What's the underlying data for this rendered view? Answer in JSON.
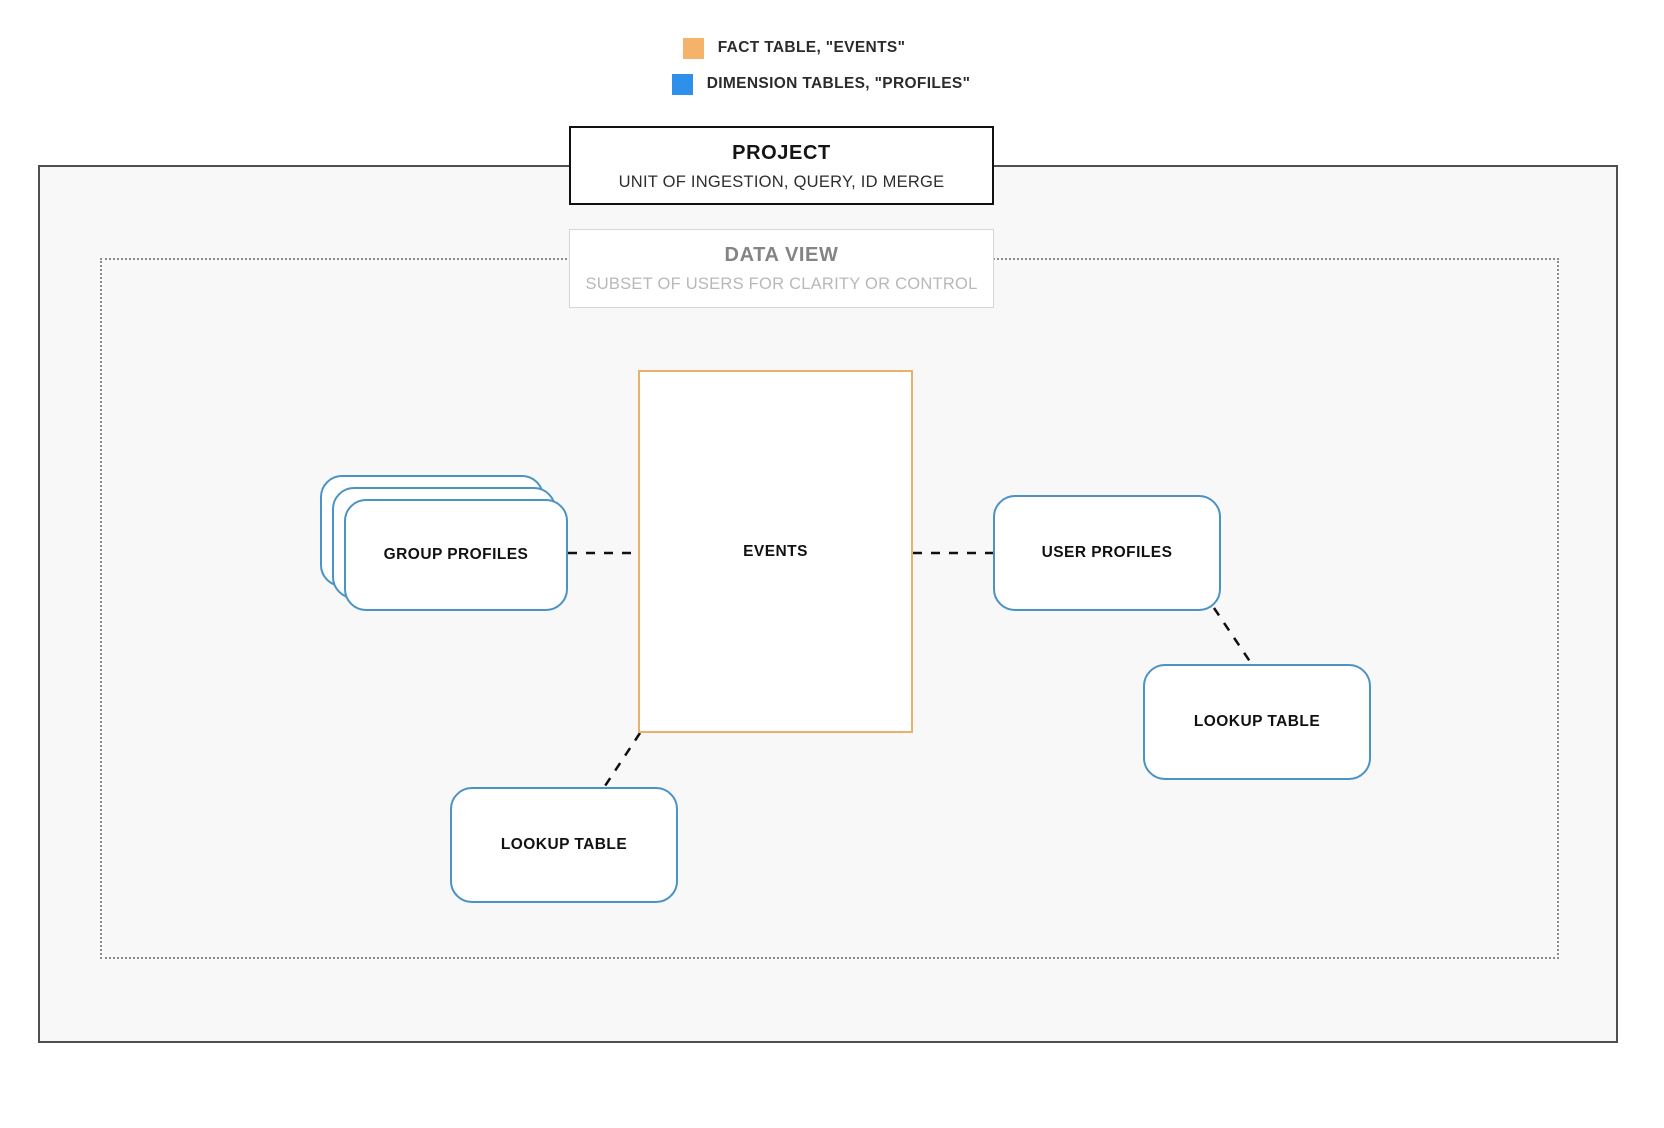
{
  "legend": {
    "items": [
      {
        "label": "FACT TABLE, \"EVENTS\"",
        "color": "#f4b26a",
        "icon": "square-swatch-icon"
      },
      {
        "label": "DIMENSION TABLES, \"PROFILES\"",
        "color": "#2f90ec",
        "icon": "square-swatch-icon"
      }
    ]
  },
  "project": {
    "title": "PROJECT",
    "subtitle": "UNIT OF INGESTION, QUERY, ID MERGE",
    "border_color": "#111111"
  },
  "data_view": {
    "title": "DATA VIEW",
    "subtitle": "SUBSET OF USERS FOR CLARITY OR CONTROL",
    "border_color": "#d6d6d6"
  },
  "nodes": {
    "events": {
      "label": "EVENTS",
      "color": "#e7b36c",
      "kind": "fact-table"
    },
    "group_profiles": {
      "label": "GROUP PROFILES",
      "color": "#4a93c4",
      "kind": "dimension-table-stack"
    },
    "user_profiles": {
      "label": "USER PROFILES",
      "color": "#4a93c4",
      "kind": "dimension-table"
    },
    "lookup_table_left": {
      "label": "LOOKUP TABLE",
      "color": "#4a93c4",
      "kind": "dimension-table"
    },
    "lookup_table_right": {
      "label": "LOOKUP TABLE",
      "color": "#4a93c4",
      "kind": "dimension-table"
    }
  },
  "connectors": [
    {
      "name": "group-profiles-to-events",
      "style": "dashed"
    },
    {
      "name": "events-to-user-profiles",
      "style": "dashed"
    },
    {
      "name": "events-to-lookup-table-left",
      "style": "dashed"
    },
    {
      "name": "user-profiles-to-lookup-table-right",
      "style": "dashed"
    }
  ]
}
